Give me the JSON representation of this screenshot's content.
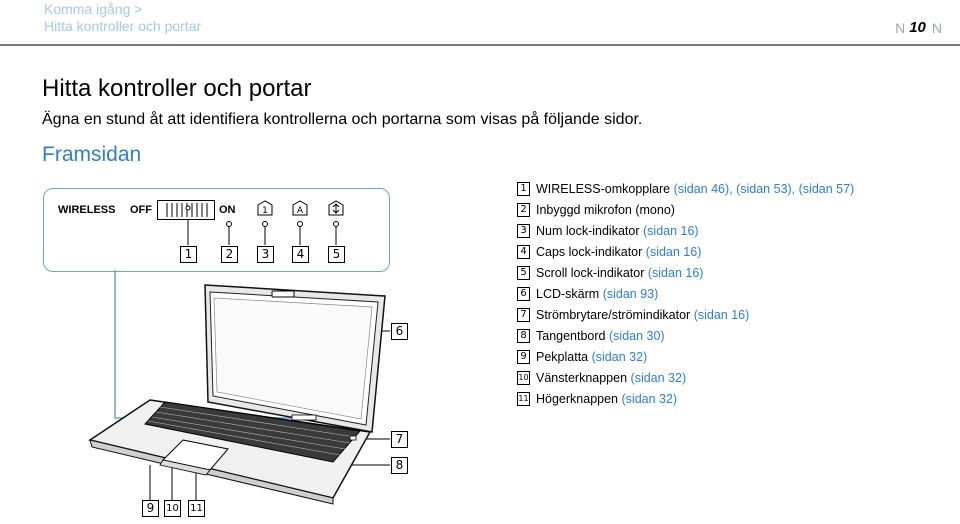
{
  "header": {
    "breadcrumb_parent": "Komma igång >",
    "breadcrumb_current": "Hitta kontroller och portar",
    "page_number": "10"
  },
  "page": {
    "title": "Hitta kontroller och portar",
    "intro": "Ägna en stund åt att identifiera kontrollerna och portarna som visas på följande sidor.",
    "section": "Framsidan"
  },
  "switch_panel": {
    "wireless": "WIRELESS",
    "off": "OFF",
    "on": "ON"
  },
  "callouts": [
    "1",
    "2",
    "3",
    "4",
    "5",
    "6",
    "7",
    "8",
    "9",
    "10",
    "11"
  ],
  "legend": [
    {
      "num": "1",
      "text": "WIRELESS-omkopplare",
      "ref": "(sidan 46), (sidan 53), (sidan 57)"
    },
    {
      "num": "2",
      "text": "Inbyggd mikrofon (mono)",
      "ref": ""
    },
    {
      "num": "3",
      "text": "Num lock-indikator",
      "ref": "(sidan 16)"
    },
    {
      "num": "4",
      "text": "Caps lock-indikator",
      "ref": "(sidan 16)"
    },
    {
      "num": "5",
      "text": "Scroll lock-indikator",
      "ref": "(sidan 16)"
    },
    {
      "num": "6",
      "text": "LCD-skärm",
      "ref": "(sidan 93)"
    },
    {
      "num": "7",
      "text": "Strömbrytare/strömindikator",
      "ref": "(sidan 16)"
    },
    {
      "num": "8",
      "text": "Tangentbord",
      "ref": "(sidan 30)"
    },
    {
      "num": "9",
      "text": "Pekplatta",
      "ref": "(sidan 32)"
    },
    {
      "num": "10",
      "text": "Vänsterknappen",
      "ref": "(sidan 32)"
    },
    {
      "num": "11",
      "text": "Högerknappen",
      "ref": "(sidan 32)"
    }
  ],
  "colors": {
    "accent": "#2e7dd1",
    "header_text": "#a9c6e6",
    "panel_border": "#6fa0d8"
  }
}
